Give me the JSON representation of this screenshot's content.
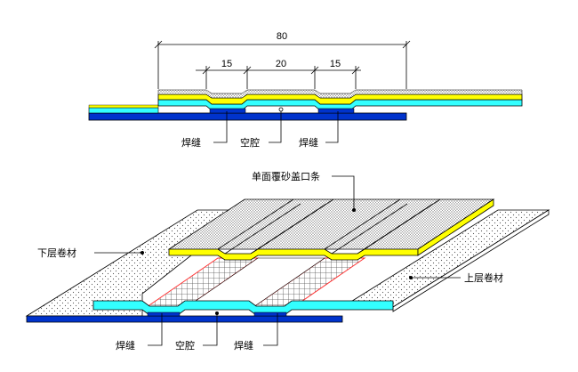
{
  "colors": {
    "yellow": "#ffff00",
    "cyan": "#33ffff",
    "blue": "#0033cc",
    "line": "#000000",
    "mesh": "#ff3333"
  },
  "top_section": {
    "dimensions": {
      "total": "80",
      "seg_left": "15",
      "seg_mid": "20",
      "seg_right": "15"
    },
    "labels": {
      "weld_left": "焊缝",
      "cavity": "空腔",
      "weld_right": "焊缝"
    }
  },
  "bottom_section": {
    "labels": {
      "cover_strip": "单面覆砂盖口条",
      "lower_membrane": "下层卷材",
      "upper_membrane": "上层卷材",
      "weld_left": "焊缝",
      "cavity": "空腔",
      "weld_right": "焊缝"
    }
  }
}
